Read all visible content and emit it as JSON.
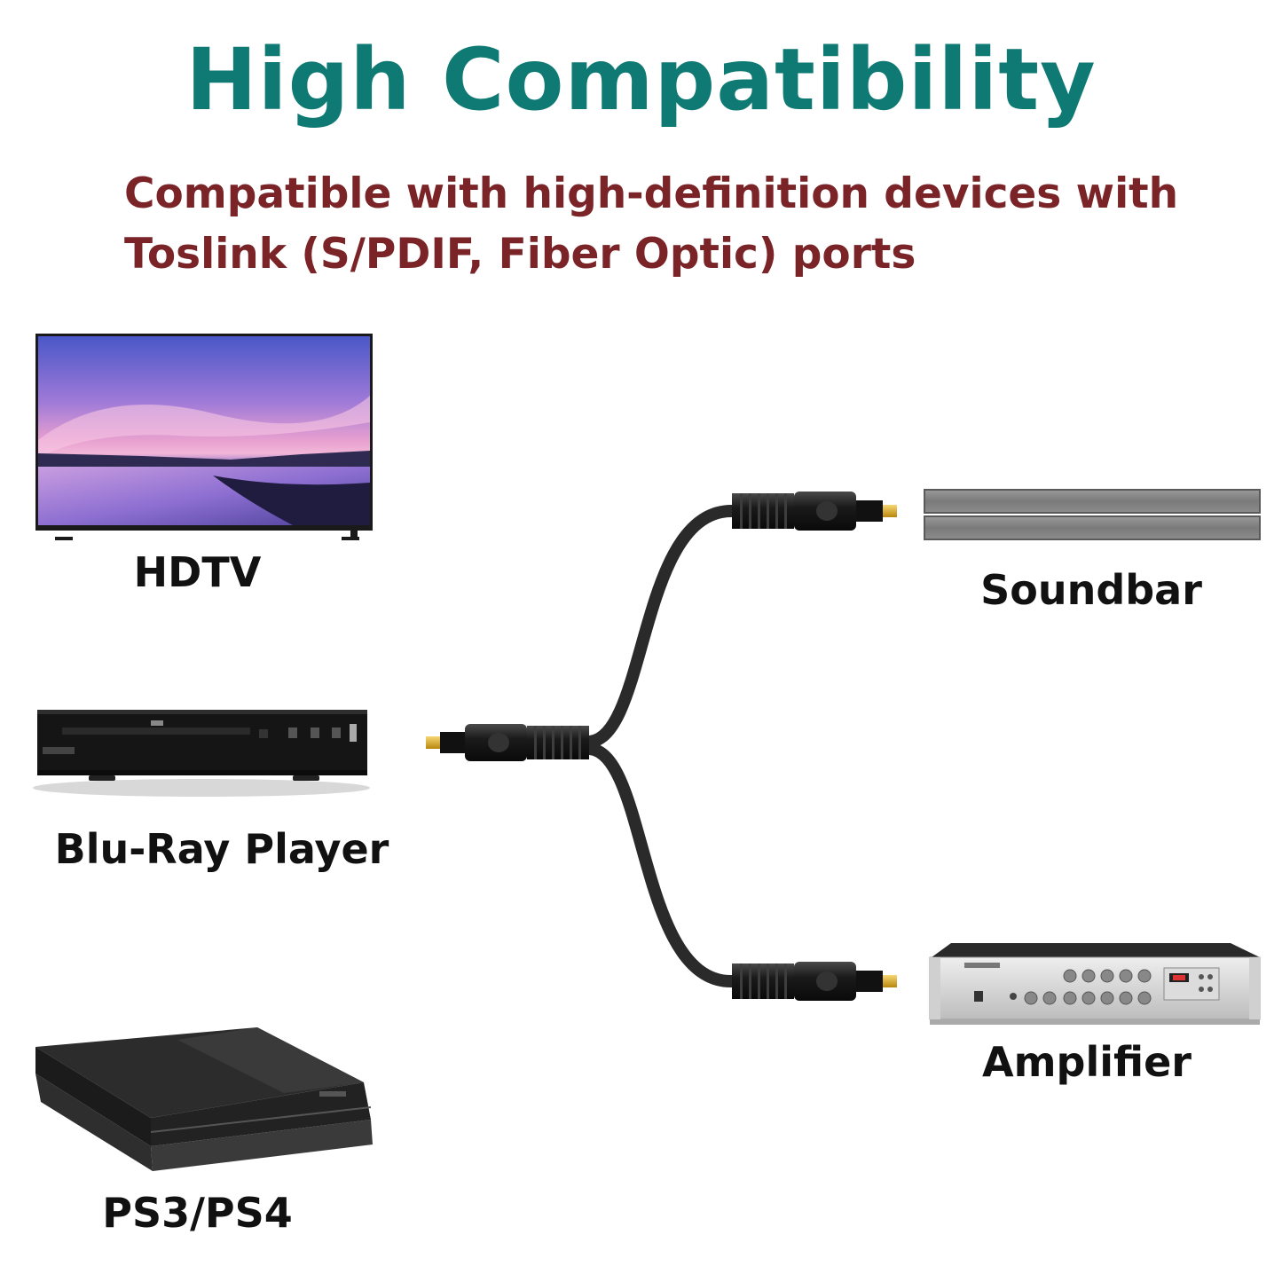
{
  "header": {
    "title": "High Compatibility",
    "subtitle": "Compatible with high-definition devices with Toslink (S/PDIF, Fiber Optic) ports"
  },
  "devices": {
    "hdtv": {
      "label": "HDTV"
    },
    "bluray": {
      "label": "Blu-Ray Player"
    },
    "playstation": {
      "label": "PS3/PS4"
    },
    "soundbar": {
      "label": "Soundbar"
    },
    "amplifier": {
      "label": "Amplifier"
    }
  },
  "colors": {
    "title": "#0f7a74",
    "subtitle": "#7a2428",
    "labels": "#111111"
  }
}
